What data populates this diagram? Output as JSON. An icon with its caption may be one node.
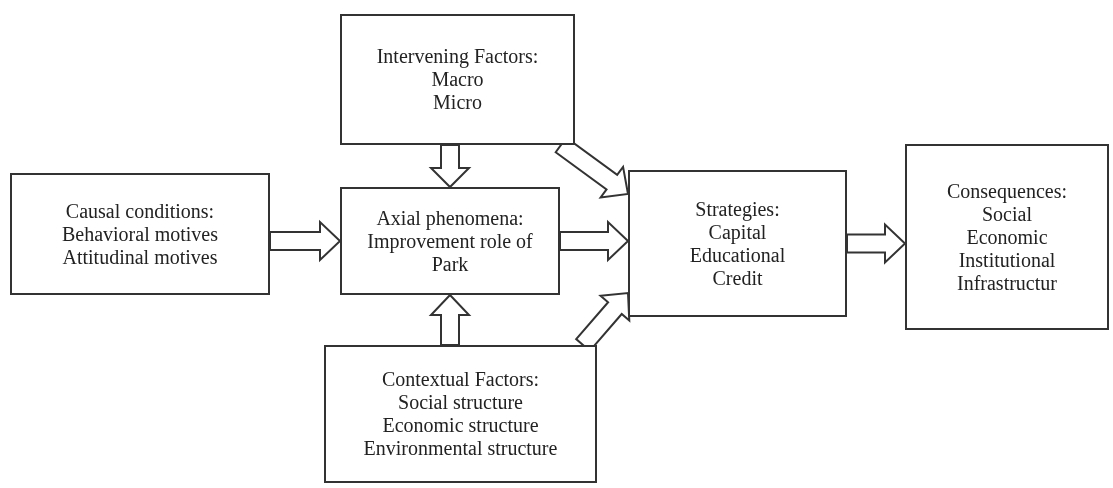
{
  "diagram": {
    "nodes": [
      {
        "text": [
          "Intervening Factors:",
          "Macro",
          "Micro"
        ]
      },
      {
        "text": [
          "Causal conditions:",
          "Behavioral motives",
          "Attitudinal motives"
        ]
      },
      {
        "text": [
          "Axial phenomena:",
          "Improvement role of Park"
        ]
      },
      {
        "text": [
          "Contextual Factors:",
          "Social structure",
          "Economic structure",
          "Environmental structure"
        ]
      },
      {
        "text": [
          "Strategies:",
          "Capital",
          "Educational",
          "Credit"
        ]
      },
      {
        "text": [
          "Consequences:",
          "Social",
          "Economic",
          "Institutional",
          "Infrastructur"
        ]
      }
    ],
    "edges": [
      {
        "from": 1,
        "to": 2,
        "arrow": "to"
      },
      {
        "from": 0,
        "to": 2,
        "arrow": "to"
      },
      {
        "from": 3,
        "to": 2,
        "arrow": "to"
      },
      {
        "from": 2,
        "to": 4,
        "arrow": "to"
      },
      {
        "from": 0,
        "to": 4,
        "arrow": "to"
      },
      {
        "from": 3,
        "to": 4,
        "arrow": "to"
      },
      {
        "from": 4,
        "to": 5,
        "arrow": "to"
      }
    ]
  }
}
